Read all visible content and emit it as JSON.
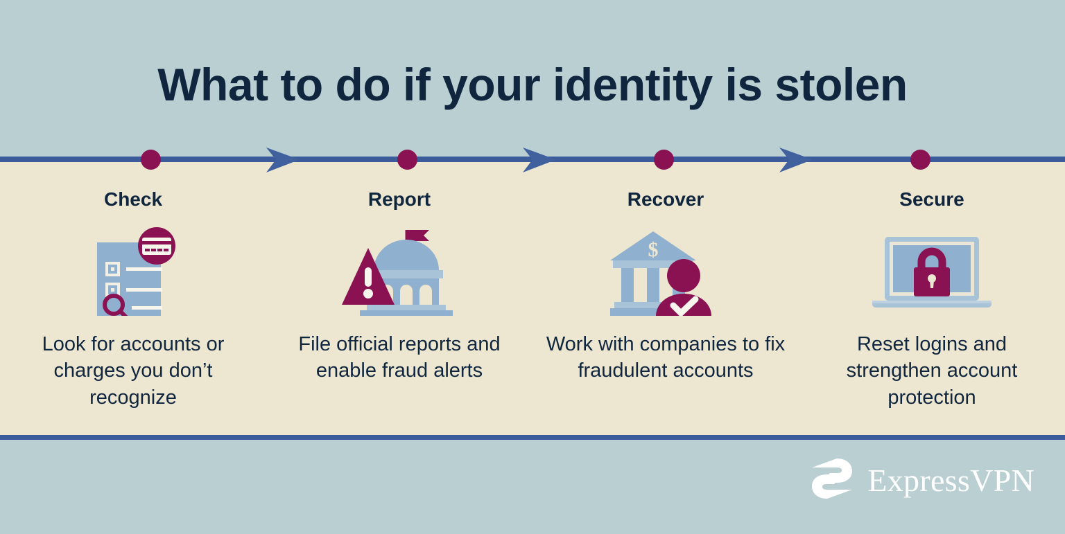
{
  "title": "What to do if your identity is stolen",
  "brand": {
    "logo_text": "ExpressVPN",
    "logo_mark": "expressvpn-e-mark"
  },
  "colors": {
    "band_top": "#b9cfd2",
    "band_mid": "#ede7d1",
    "band_bottom": "#b9cfd2",
    "rule": "#3c5b9b",
    "accent_maroon": "#8a1152",
    "icon_blue": "#8fb0cf",
    "icon_blue_dark": "#7fa3c4",
    "text_navy": "#10263f",
    "logo_white": "#ffffff"
  },
  "timeline": {
    "dot_color": "#8a1152",
    "line_color": "#3c5b9b",
    "arrow_color": "#40619e",
    "dot_count": 4,
    "arrow_count": 3
  },
  "steps": [
    {
      "label": "Check",
      "description": "Look for accounts or charges you don’t recognize",
      "icon": "document-checklist-magnifier-creditcard-icon"
    },
    {
      "label": "Report",
      "description": "File official reports and enable fraud alerts",
      "icon": "government-building-warning-triangle-icon"
    },
    {
      "label": "Recover",
      "description": "Work with companies to fix fraudulent accounts",
      "icon": "bank-person-verified-icon"
    },
    {
      "label": "Secure",
      "description": "Reset logins and strengthen account protection",
      "icon": "laptop-padlock-icon"
    }
  ]
}
